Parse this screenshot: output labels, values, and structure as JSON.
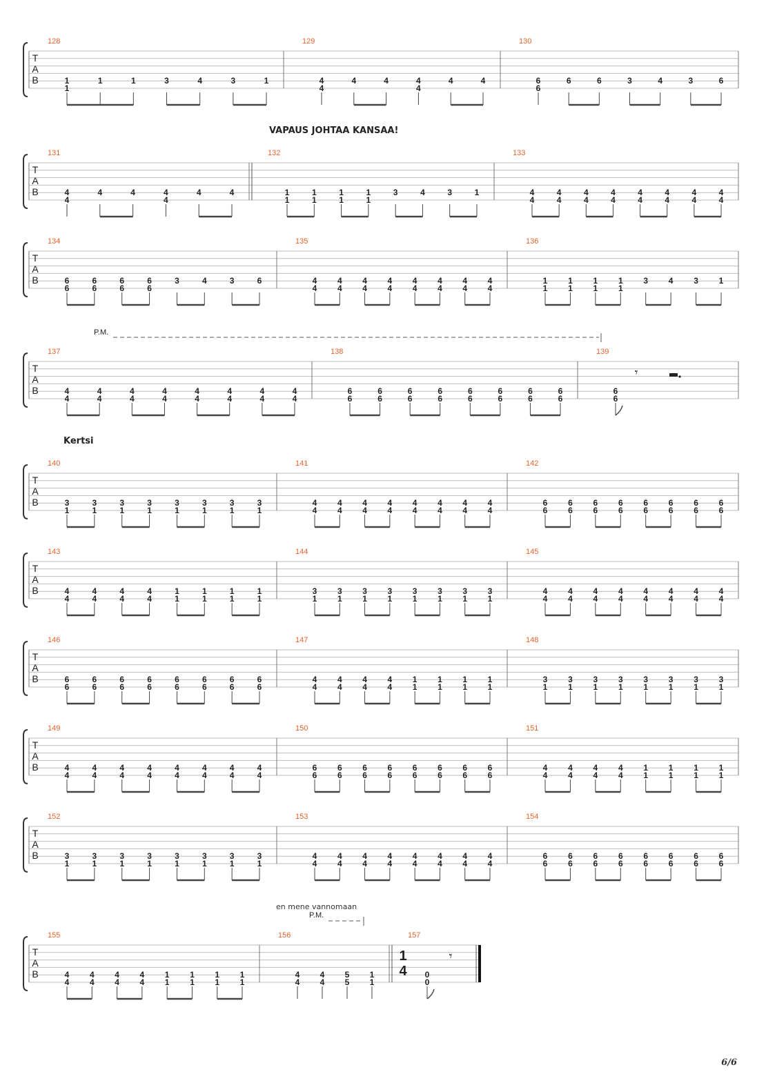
{
  "section_labels": {
    "vapaus": "VAPAUS JOHTAA KANSAA!",
    "kertsi": "Kertsi",
    "lyric": "en mene vannomaan"
  },
  "pm_label": "P.M.",
  "tab_letters": [
    "T",
    "A",
    "B"
  ],
  "page_number": "6/6",
  "colors": {
    "bar_number": "#e8632b",
    "staff_line": "#bbbbbb",
    "text": "#222222"
  },
  "systems": [
    {
      "bars": [
        {
          "num": "128",
          "beams": "1/1 1 1|3 4|3 1"
        },
        {
          "num": "129",
          "beams": "4/4|4 4|4/4|4 4"
        },
        {
          "num": "130",
          "beams": "6/6|6 6|3 4|3 6"
        }
      ]
    },
    {
      "bars": [
        {
          "num": "131",
          "beams": "4/4|4 4|4/4|4 4"
        },
        {
          "num": "132",
          "repeat_start": true,
          "beams": "1/1 1/1|1/1 1/1|3 4|3 1"
        },
        {
          "num": "133",
          "beams": "4/4 4/4|4/4 4/4|4/4 4/4|4/4 4/4"
        }
      ]
    },
    {
      "bars": [
        {
          "num": "134",
          "beams": "6/6 6/6|6/6 6/6|3 4|3 6"
        },
        {
          "num": "135",
          "beams": "4/4 4/4|4/4 4/4|4/4 4/4|4/4 4/4"
        },
        {
          "num": "136",
          "beams": "1/1 1/1|1/1 1/1|3 4|3 1"
        }
      ]
    },
    {
      "bars": [
        {
          "num": "137",
          "beams": "4/4 4/4|4/4 4/4|4/4 4/4|4/4 4/4"
        },
        {
          "num": "138",
          "beams": "6/6 6/6|6/6 6/6|6/6 6/6|6/6 6/6"
        },
        {
          "num": "139",
          "beams": "6/6"
        }
      ]
    },
    {
      "bars": [
        {
          "num": "140",
          "beams": "3/1 3/1|3/1 3/1|3/1 3/1|3/1 3/1"
        },
        {
          "num": "141",
          "beams": "4/4 4/4|4/4 4/4|4/4 4/4|4/4 4/4"
        },
        {
          "num": "142",
          "beams": "6/6 6/6|6/6 6/6|6/6 6/6|6/6 6/6"
        }
      ]
    },
    {
      "bars": [
        {
          "num": "143",
          "beams": "4/4 4/4|4/4 4/4|1/1 1/1|1/1 1/1"
        },
        {
          "num": "144",
          "beams": "3/1 3/1|3/1 3/1|3/1 3/1|3/1 3/1"
        },
        {
          "num": "145",
          "beams": "4/4 4/4|4/4 4/4|4/4 4/4|4/4 4/4"
        }
      ]
    },
    {
      "bars": [
        {
          "num": "146",
          "beams": "6/6 6/6|6/6 6/6|6/6 6/6|6/6 6/6"
        },
        {
          "num": "147",
          "beams": "4/4 4/4|4/4 4/4|1/1 1/1|1/1 1/1"
        },
        {
          "num": "148",
          "beams": "3/1 3/1|3/1 3/1|3/1 3/1|3/1 3/1"
        }
      ]
    },
    {
      "bars": [
        {
          "num": "149",
          "beams": "4/4 4/4|4/4 4/4|4/4 4/4|4/4 4/4"
        },
        {
          "num": "150",
          "beams": "6/6 6/6|6/6 6/6|6/6 6/6|6/6 6/6"
        },
        {
          "num": "151",
          "beams": "4/4 4/4|4/4 4/4|1/1 1/1|1/1 1/1"
        }
      ]
    },
    {
      "bars": [
        {
          "num": "152",
          "beams": "3/1 3/1|3/1 3/1|3/1 3/1|3/1 3/1"
        },
        {
          "num": "153",
          "beams": "4/4 4/4|4/4 4/4|4/4 4/4|4/4 4/4"
        },
        {
          "num": "154",
          "beams": "6/6 6/6|6/6 6/6|6/6 6/6|6/6 6/6"
        }
      ]
    },
    {
      "bars": [
        {
          "num": "155",
          "beams": "4/4 4/4|4/4 4/4|1/1 1/1|1/1 1/1"
        },
        {
          "num": "156",
          "beams": "4/4|4/4|5/5|1/1"
        },
        {
          "num": "157",
          "repeat_start": true,
          "time_signature": [
            "1",
            "4"
          ],
          "beams": "0/0",
          "final": true
        }
      ]
    }
  ]
}
